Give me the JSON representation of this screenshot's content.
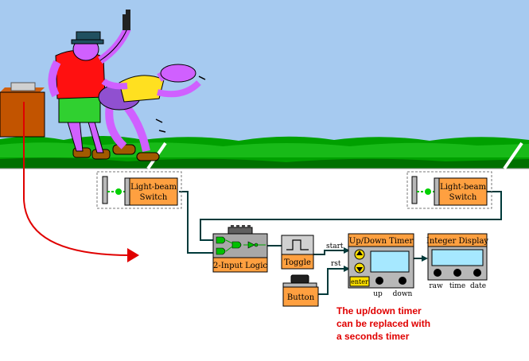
{
  "blocks": {
    "light_beam_left": {
      "line1": "Light-beam",
      "line2": "Switch"
    },
    "light_beam_right": {
      "line1": "Light-beam",
      "line2": "Switch"
    },
    "logic": {
      "label": "2-Input Logic"
    },
    "toggle": {
      "label": "Toggle"
    },
    "button": {
      "label": "Button"
    },
    "timer": {
      "title": "Up/Down Timer",
      "enter": "enter",
      "up": "up",
      "down": "down"
    },
    "display": {
      "title": "Integer Display",
      "raw": "raw",
      "time": "time",
      "date": "date"
    }
  },
  "signals": {
    "start": "start",
    "rst": "rst"
  },
  "note": {
    "line1": "The up/down timer",
    "line2": "can be replaced with",
    "line3": "a seconds timer"
  },
  "colors": {
    "sky": "#a6caf0",
    "grass": "#00a000",
    "block_fill": "#ffa040",
    "note": "#e00000",
    "arrow": "#e00000",
    "wire": "#003a3a",
    "screen": "#a6e8ff"
  },
  "icons": [
    "runners-illustration",
    "starter-pistol-icon",
    "yellow-up-arrow-icon",
    "yellow-down-arrow-icon",
    "square-wave-icon",
    "logic-gates-icon"
  ]
}
